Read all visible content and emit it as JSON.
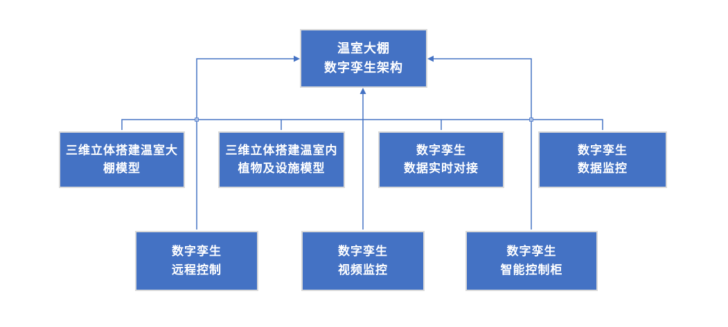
{
  "diagram": {
    "type": "flowchart",
    "background_color": "#ffffff",
    "colors": {
      "box_fill": "#4472c4",
      "box_border": "#d9d9d9",
      "connector": "#4472c4",
      "text": "#ffffff"
    },
    "root": {
      "id": "greenhouse-digital-twin-architecture",
      "lines": [
        "温室大棚",
        "数字孪生架构"
      ]
    },
    "middle_row": [
      {
        "id": "3d-greenhouse-model",
        "lines": [
          "三维立体搭建温室大",
          "棚模型"
        ]
      },
      {
        "id": "3d-plant-facility-model",
        "lines": [
          "三维立体搭建温室内",
          "植物及设施模型"
        ]
      },
      {
        "id": "data-realtime-connect",
        "lines": [
          "数字孪生",
          "数据实时对接"
        ]
      },
      {
        "id": "data-monitoring",
        "lines": [
          "数字孪生",
          "数据监控"
        ]
      }
    ],
    "bottom_row": [
      {
        "id": "remote-control",
        "lines": [
          "数字孪生",
          "远程控制"
        ]
      },
      {
        "id": "video-monitoring",
        "lines": [
          "数字孪生",
          "视频监控"
        ]
      },
      {
        "id": "smart-control-cabinet",
        "lines": [
          "数字孪生",
          "智能控制柜"
        ]
      }
    ],
    "connections": [
      "bus-line links root drop-downs to all four middle-row boxes",
      "remote-control rises and points into left side of root (arrow)",
      "video-monitoring rises and points into bottom of root (arrow)",
      "smart-control-cabinet rises and points into right side of root (arrow)"
    ]
  }
}
